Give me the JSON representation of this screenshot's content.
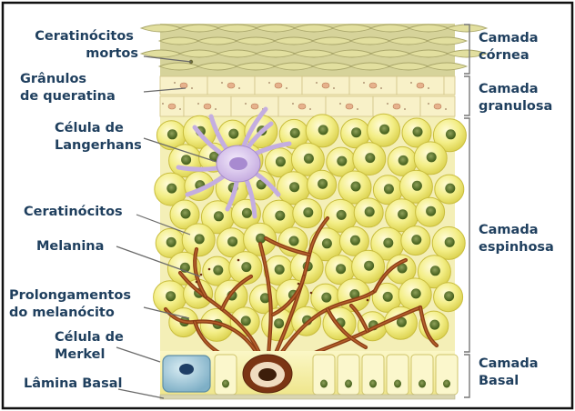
{
  "labels_left": {
    "dead_keratinocytes": [
      "Ceratinócitos",
      "mortos"
    ],
    "keratin_granules": [
      "Grânulos",
      "de queratina"
    ],
    "langerhans_cell": [
      "Célula de",
      "Langerhans"
    ],
    "keratinocytes": [
      "Ceratinócitos"
    ],
    "melanin": [
      "Melanina"
    ],
    "melanocyte_processes": [
      "Prolongamentos",
      "do melanócito"
    ],
    "merkel_cell": [
      "Célula de",
      "Merkel"
    ],
    "basal_lamina": [
      "Lâmina Basal"
    ]
  },
  "labels_right": {
    "stratum_corneum": [
      "Camada",
      "córnea"
    ],
    "stratum_granulosum": [
      "Camada",
      "granulosa"
    ],
    "stratum_spinosum": [
      "Camada",
      "espinhosa"
    ],
    "stratum_basale": [
      "Camada",
      "Basal"
    ]
  },
  "colors": {
    "label_text": "#1f3f5e",
    "frame": "#111111",
    "corneum": "#d8d59a",
    "granulosum": "#f6efc0",
    "spinous_cell": "#f2ec7a",
    "nucleus": "#4c6b1c",
    "melanocyte": "#8a3d16",
    "langerhans": "#d7c0ec",
    "merkel": "#9dc4d6",
    "leader_line": "#6a6a6a"
  }
}
